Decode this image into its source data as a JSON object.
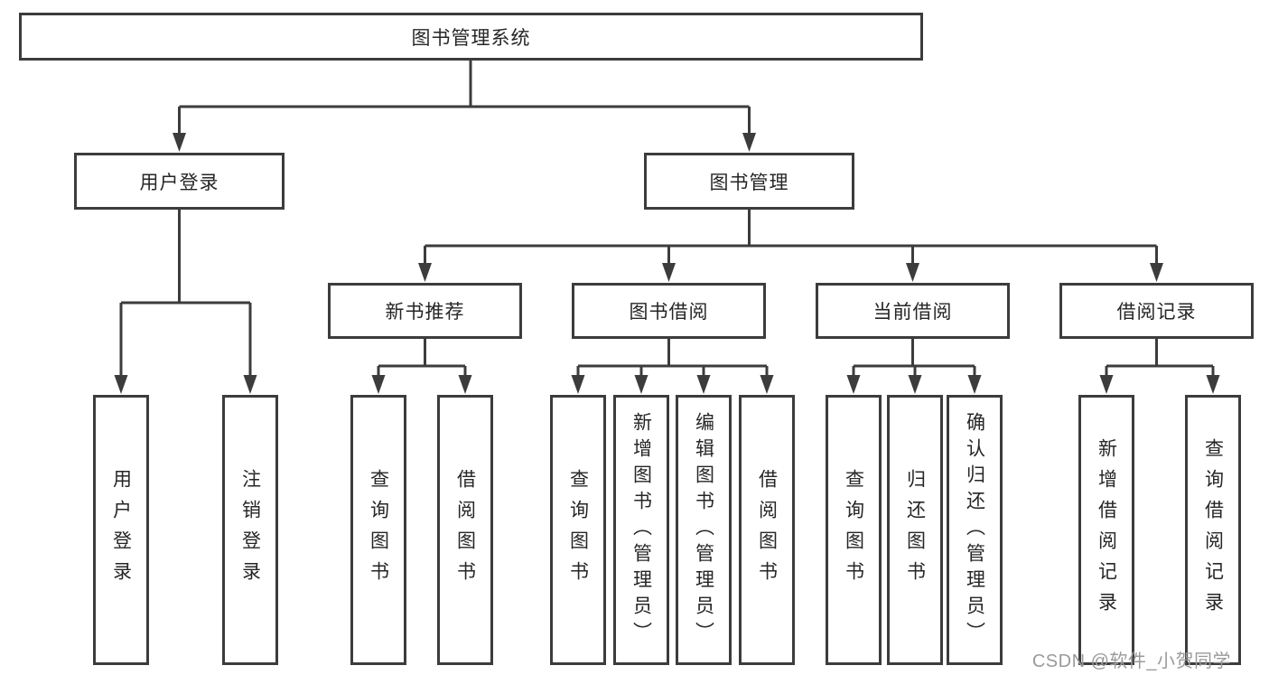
{
  "diagram": {
    "root": {
      "label": "图书管理系统"
    },
    "level2": [
      {
        "label": "用户登录"
      },
      {
        "label": "图书管理"
      }
    ],
    "level3": [
      {
        "label": "新书推荐"
      },
      {
        "label": "图书借阅"
      },
      {
        "label": "当前借阅"
      },
      {
        "label": "借阅记录"
      }
    ],
    "leaves": {
      "user_login": [
        {
          "label": "用户登录"
        },
        {
          "label": "注销登录"
        }
      ],
      "new_book_recommend": [
        {
          "label": "查询图书"
        },
        {
          "label": "借阅图书"
        }
      ],
      "book_borrow": [
        {
          "label": "查询图书"
        },
        {
          "label": "新增图书（管理员）"
        },
        {
          "label": "编辑图书（管理员）"
        },
        {
          "label": "借阅图书"
        }
      ],
      "current_borrow": [
        {
          "label": "查询图书"
        },
        {
          "label": "归还图书"
        },
        {
          "label": "确认归还（管理员）"
        }
      ],
      "borrow_records": [
        {
          "label": "新增借阅记录"
        },
        {
          "label": "查询借阅记录"
        }
      ]
    }
  },
  "watermark": {
    "text": "CSDN @软件_小贺同学"
  },
  "colors": {
    "line": "#3c3c3c",
    "box_border": "#3c3c3c",
    "box_fill": "#ffffff",
    "text": "#262626",
    "watermark": "#9a9a9a",
    "background": "#ffffff"
  }
}
